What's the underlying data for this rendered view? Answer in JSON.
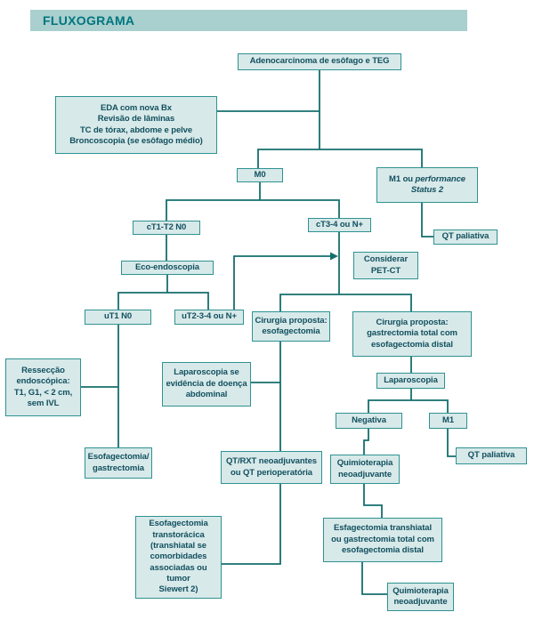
{
  "header": {
    "title": "FLUXOGRAMA"
  },
  "colors": {
    "banner_bg": "#a9cfce",
    "title_text": "#00767f",
    "node_fill": "#d8e9e9",
    "node_border": "#2f9292",
    "connector": "#156f6d",
    "node_text": "#11505f"
  },
  "nodes": {
    "adeno": "Adenocarcinoma de esôfago e TEG",
    "workup": "EDA com nova Bx\nRevisão de lâminas\nTC de tórax, abdome e pelve\nBroncoscopia (se esôfago médio)",
    "m0": "M0",
    "m1_prefix": "M1 ou ",
    "m1_italic": "performance Status 2",
    "qt_paliativa_1": "QT paliativa",
    "ct12": "cT1-T2 N0",
    "ct34": "cT3-4 ou N+",
    "eco": "Eco-endoscopia",
    "ut1": "uT1 N0",
    "ut234": "uT2-3-4 ou N+",
    "petct": "Considerar\nPET-CT",
    "cirurgia_esofagectomia": "Cirurgia proposta:\nesofagectomia",
    "cirurgia_gastrectomia": "Cirurgia proposta:\ngastrectomia total com\nesofagectomia distal",
    "resseccao": "Ressecção\nendoscópica:\nT1, G1, < 2 cm,\nsem IVL",
    "laparoscopia_se": "Laparoscopia se\nevidência de doença\nabdominal",
    "laparoscopia": "Laparoscopia",
    "negativa": "Negativa",
    "m1": "M1",
    "esofagectomia_gastrectomia": "Esofagectomia/\ngastrectomia",
    "qt_rxt": "QT/RXT neoadjuvantes\nou QT perioperatória",
    "quimioterapia_1": "Quimioterapia\nneoadjuvante",
    "qt_paliativa_2": "QT paliativa",
    "esofagectomia_transtoracica": "Esofagectomia\ntranstorácica\n(transhiatal se\ncomorbidades\nassociadas ou tumor\nSiewert 2)",
    "esfagectomia_transhiatal": "Esfagectomia transhiatal\nou gastrectomia total com\nesofagectomia distal",
    "quimioterapia_2": "Quimioterapia\nneoadjuvante"
  }
}
